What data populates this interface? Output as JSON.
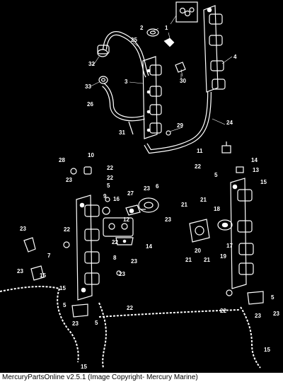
{
  "footer": {
    "text": "MercuryPartsOnline v2.5.1 (Image Copyright- Mercury Marine)"
  },
  "colors": {
    "background": "#000000",
    "line_art": "#ffffff",
    "footer_bg": "#ffffff",
    "footer_text": "#000000"
  },
  "callouts": [
    {
      "id": "c1",
      "text": "1"
    },
    {
      "id": "c2",
      "text": "2"
    },
    {
      "id": "c3",
      "text": "3"
    },
    {
      "id": "c4",
      "text": "4"
    },
    {
      "id": "c5a",
      "text": "5"
    },
    {
      "id": "c5b",
      "text": "5"
    },
    {
      "id": "c5c",
      "text": "5"
    },
    {
      "id": "c5d",
      "text": "5"
    },
    {
      "id": "c5e",
      "text": "5"
    },
    {
      "id": "c6",
      "text": "6"
    },
    {
      "id": "c7",
      "text": "7"
    },
    {
      "id": "c8",
      "text": "8"
    },
    {
      "id": "c9",
      "text": "9"
    },
    {
      "id": "c10",
      "text": "10"
    },
    {
      "id": "c11",
      "text": "11"
    },
    {
      "id": "c12",
      "text": "12"
    },
    {
      "id": "c13",
      "text": "13"
    },
    {
      "id": "c14a",
      "text": "14"
    },
    {
      "id": "c14b",
      "text": "14"
    },
    {
      "id": "c15a",
      "text": "15"
    },
    {
      "id": "c15b",
      "text": "15"
    },
    {
      "id": "c15c",
      "text": "15"
    },
    {
      "id": "c15d",
      "text": "15"
    },
    {
      "id": "c15e",
      "text": "15"
    },
    {
      "id": "c16",
      "text": "16"
    },
    {
      "id": "c17",
      "text": "17"
    },
    {
      "id": "c18",
      "text": "18"
    },
    {
      "id": "c19",
      "text": "19"
    },
    {
      "id": "c20",
      "text": "20"
    },
    {
      "id": "c21a",
      "text": "21"
    },
    {
      "id": "c21b",
      "text": "21"
    },
    {
      "id": "c21c",
      "text": "21"
    },
    {
      "id": "c21d",
      "text": "21"
    },
    {
      "id": "c22a",
      "text": "22"
    },
    {
      "id": "c22b",
      "text": "22"
    },
    {
      "id": "c22c",
      "text": "22"
    },
    {
      "id": "c22d",
      "text": "22"
    },
    {
      "id": "c22e",
      "text": "22"
    },
    {
      "id": "c22f",
      "text": "22"
    },
    {
      "id": "c22g",
      "text": "22"
    },
    {
      "id": "c23a",
      "text": "23"
    },
    {
      "id": "c23b",
      "text": "23"
    },
    {
      "id": "c23c",
      "text": "23"
    },
    {
      "id": "c23d",
      "text": "23"
    },
    {
      "id": "c23e",
      "text": "23"
    },
    {
      "id": "c23f",
      "text": "23"
    },
    {
      "id": "c23g",
      "text": "23"
    },
    {
      "id": "c23h",
      "text": "23"
    },
    {
      "id": "c23i",
      "text": "23"
    },
    {
      "id": "c23j",
      "text": "23"
    },
    {
      "id": "c24",
      "text": "24"
    },
    {
      "id": "c25",
      "text": "25"
    },
    {
      "id": "c26",
      "text": "26"
    },
    {
      "id": "c27",
      "text": "27"
    },
    {
      "id": "c28",
      "text": "28"
    },
    {
      "id": "c29",
      "text": "29"
    },
    {
      "id": "c30",
      "text": "30"
    },
    {
      "id": "c31",
      "text": "31"
    },
    {
      "id": "c32",
      "text": "32"
    },
    {
      "id": "c33",
      "text": "33"
    }
  ]
}
